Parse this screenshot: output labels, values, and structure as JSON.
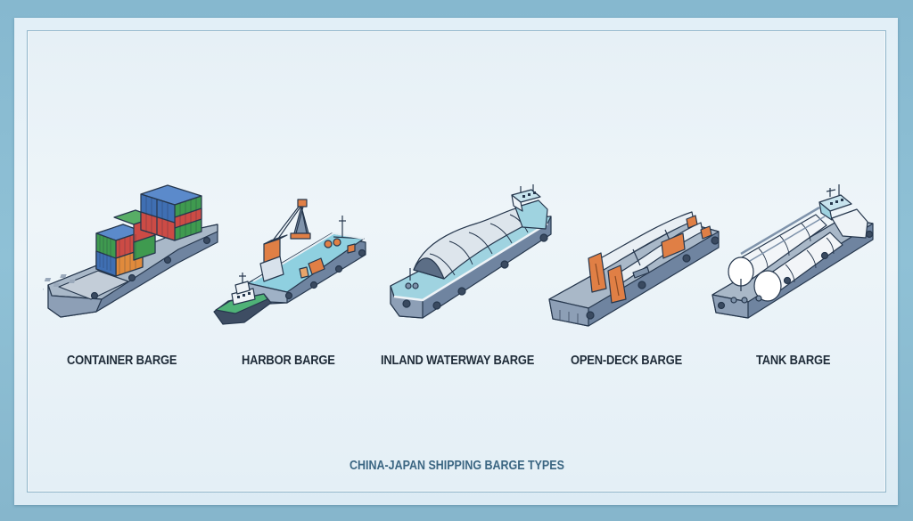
{
  "figure": {
    "caption": "CHINA-JAPAN SHIPPING BARGE TYPES",
    "barges": [
      {
        "id": "container",
        "label": "CONTAINER BARGE",
        "icon": "container-barge-icon"
      },
      {
        "id": "harbor",
        "label": "HARBOR BARGE",
        "icon": "harbor-barge-icon"
      },
      {
        "id": "inland",
        "label": "INLAND WATERWAY BARGE",
        "icon": "inland-waterway-barge-icon"
      },
      {
        "id": "open-deck",
        "label": "OPEN-DECK BARGE",
        "icon": "open-deck-barge-icon"
      },
      {
        "id": "tank",
        "label": "TANK BARGE",
        "icon": "tank-barge-icon"
      }
    ]
  },
  "colors": {
    "background": "#8bbcd2",
    "panel": "#e8f2f8",
    "frame_border": "#8fb4c9",
    "hull": "#7f93ab",
    "hull_dark": "#4d5f78",
    "deck": "#a9b8c8",
    "outline": "#26374d",
    "container_blue": "#3f6fb3",
    "container_red": "#cc4b45",
    "container_green": "#3f9a4f",
    "container_orange": "#e08a3c",
    "accent_orange": "#e07f45",
    "water_cyan": "#8fd0e0",
    "label_text": "#1e2b38",
    "caption_text": "#3b6682"
  }
}
